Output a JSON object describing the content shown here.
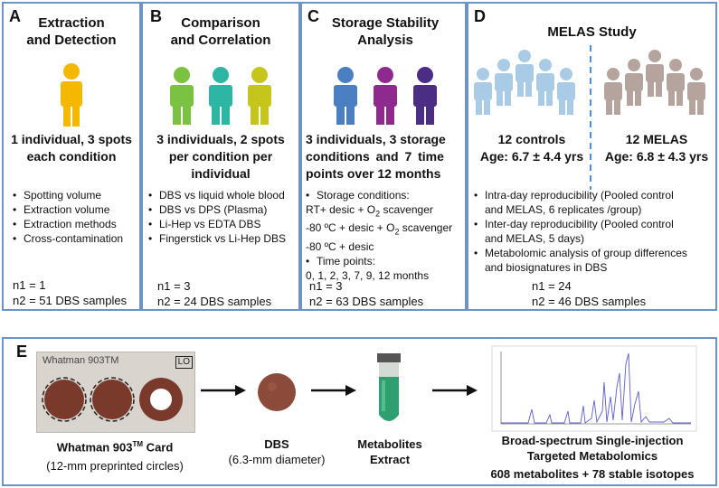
{
  "panelA": {
    "letter": "A",
    "title1": "Extraction",
    "title2": "and Detection",
    "summary1": "1 individual, 3 spots",
    "summary2": "each condition",
    "bullets": [
      "Spotting volume",
      "Extraction volume",
      "Extraction methods",
      "Cross-contamination"
    ],
    "n1": "n1 = 1",
    "n2": "n2 = 51 DBS samples"
  },
  "panelB": {
    "letter": "B",
    "title1": "Comparison",
    "title2": "and Correlation",
    "summary1": "3 individuals, 2 spots",
    "summary2": "per condition per",
    "summary3": "individual",
    "bullets": [
      "DBS vs liquid whole blood",
      "DBS vs DPS (Plasma)",
      "Li-Hep vs EDTA DBS",
      "Fingerstick vs Li-Hep DBS"
    ],
    "n1": "n1 = 3",
    "n2": "n2 = 24 DBS samples"
  },
  "panelC": {
    "letter": "C",
    "title1": "Storage Stability",
    "title2": "Analysis",
    "summary1": "3 individuals, 3 storage",
    "summary2": "conditions and 7 time",
    "summary3": "points over 12 months",
    "storage_label": "Storage conditions:",
    "cond1": "RT+ desic + O",
    "cond1_sub": "2",
    "cond1_end": " scavenger",
    "cond2": "-80 ºC + desic + O",
    "cond2_sub": "2",
    "cond2_end": " scavenger",
    "cond3": "-80 ºC + desic",
    "time_label": "Time points:",
    "time_values": "0, 1, 2, 3, 7, 9, 12 months",
    "n1": "n1 = 3",
    "n2": "n2 = 63 DBS samples"
  },
  "panelD": {
    "letter": "D",
    "title": "MELAS Study",
    "controls": "12 controls",
    "controls_age": "Age: 6.7 ± 4.4 yrs",
    "melas": "12 MELAS",
    "melas_age": "Age: 6.8  ± 4.3 yrs",
    "bullet1a": "Intra-day reproducibility (Pooled control",
    "bullet1b": "and MELAS,  6 replicates /group)",
    "bullet2a": "Inter-day reproducibility (Pooled control",
    "bullet2b": "and MELAS,  5 days)",
    "bullet3a": "Metabolomic analysis of group differences",
    "bullet3b": "and biosignatures in DBS",
    "n1": "n1 = 24",
    "n2": "n2 = 46 DBS samples"
  },
  "panelE": {
    "letter": "E",
    "card_label": "Whatman 903TM",
    "card_corner": "LO",
    "card_caption_main": "Whatman 903",
    "card_caption_sup": "TM",
    "card_caption_end": " Card",
    "card_sub": "(12-mm preprinted circles)",
    "dbs_caption": "DBS",
    "dbs_sub": "(6.3-mm diameter)",
    "extract1": "Metabolites",
    "extract2": "Extract",
    "ms1": "Broad-spectrum Single-injection",
    "ms2": "Targeted Metabolomics",
    "ms3": "608 metabolites + 78 stable isotopes"
  },
  "colors": {
    "border": "#6d93c4",
    "person_a": "#f5b800",
    "person_b": [
      "#7cc242",
      "#2bb7a1",
      "#c6c51c"
    ],
    "person_c": [
      "#4a7fc1",
      "#8e2a8e",
      "#4b2e83"
    ],
    "controls": "#a9cbe6",
    "melas": "#b5a39e",
    "dbs_spot": "#8b4a3a",
    "tube": "#2e9f6e",
    "dash": "#4f8fcf"
  }
}
